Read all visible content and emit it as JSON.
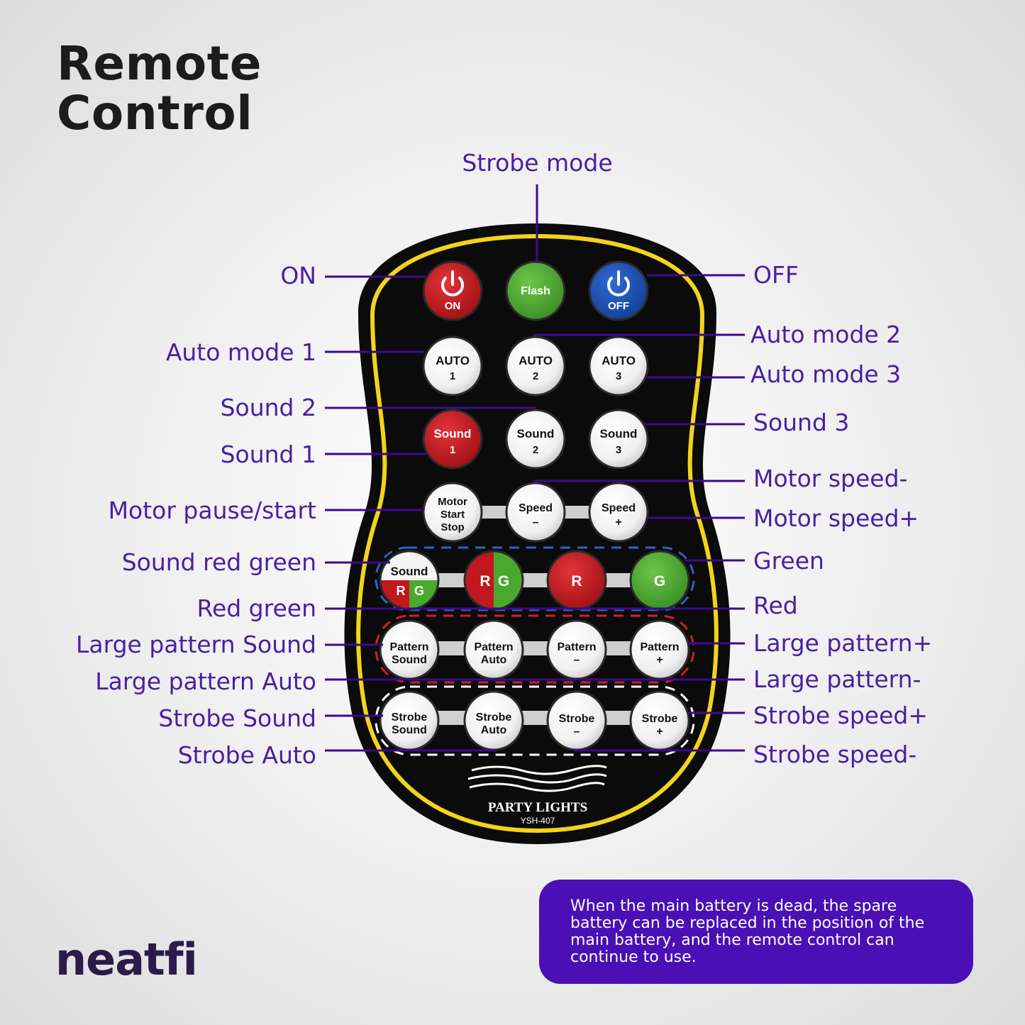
{
  "title": {
    "line1": "Remote",
    "line2": "Control"
  },
  "brand": "neatfi",
  "note": "When the main battery is dead, the spare battery can be replaced in the position of the main battery, and the remote control can continue to use.",
  "remote": {
    "brand_text": "PARTY LIGHTS",
    "model": "YSH-407",
    "buttons": {
      "on": [
        "ON"
      ],
      "flash": [
        "Flash"
      ],
      "off": [
        "OFF"
      ],
      "auto1": [
        "AUTO",
        "1"
      ],
      "auto2": [
        "AUTO",
        "2"
      ],
      "auto3": [
        "AUTO",
        "3"
      ],
      "sound1": [
        "Sound",
        "1"
      ],
      "sound2": [
        "Sound",
        "2"
      ],
      "sound3": [
        "Sound",
        "3"
      ],
      "motor": [
        "Motor",
        "Start",
        "Stop"
      ],
      "speed_minus": [
        "Speed",
        "–"
      ],
      "speed_plus": [
        "Speed",
        "+"
      ],
      "sound_rg": [
        "Sound",
        "R",
        "G"
      ],
      "rg": [
        "R",
        "G"
      ],
      "r": [
        "R"
      ],
      "g": [
        "G"
      ],
      "pattern_sound": [
        "Pattern",
        "Sound"
      ],
      "pattern_auto": [
        "Pattern",
        "Auto"
      ],
      "pattern_minus": [
        "Pattern",
        "–"
      ],
      "pattern_plus": [
        "Pattern",
        "+"
      ],
      "strobe_sound": [
        "Strobe",
        "Sound"
      ],
      "strobe_auto": [
        "Strobe",
        "Auto"
      ],
      "strobe_minus": [
        "Strobe",
        "–"
      ],
      "strobe_plus": [
        "Strobe",
        "+"
      ]
    }
  },
  "labels": {
    "strobe_mode": "Strobe mode",
    "on": "ON",
    "off": "OFF",
    "auto_mode_1": "Auto mode 1",
    "auto_mode_2": "Auto mode 2",
    "auto_mode_3": "Auto mode 3",
    "sound_2": "Sound 2",
    "sound_1": "Sound 1",
    "sound_3": "Sound 3",
    "motor_pause_start": "Motor pause/start",
    "motor_speed_minus": "Motor speed-",
    "motor_speed_plus": "Motor speed+",
    "sound_red_green": "Sound red green",
    "green": "Green",
    "red_green": "Red green",
    "red": "Red",
    "large_pattern_sound": "Large pattern Sound",
    "large_pattern_plus": "Large pattern+",
    "large_pattern_auto": "Large pattern Auto",
    "large_pattern_minus": "Large pattern-",
    "strobe_sound": "Strobe Sound",
    "strobe_speed_plus": "Strobe speed+",
    "strobe_auto": "Strobe Auto",
    "strobe_speed_minus": "Strobe speed-"
  },
  "colors": {
    "label": "#4a1fa0",
    "leader": "#3b0a8c",
    "note_bg": "#4a0fb5",
    "remote_body": "#0b0b0b",
    "remote_trim": "#f2d41c",
    "red": "#c0181e",
    "green": "#4aa82e",
    "blue": "#1b4fb0"
  }
}
